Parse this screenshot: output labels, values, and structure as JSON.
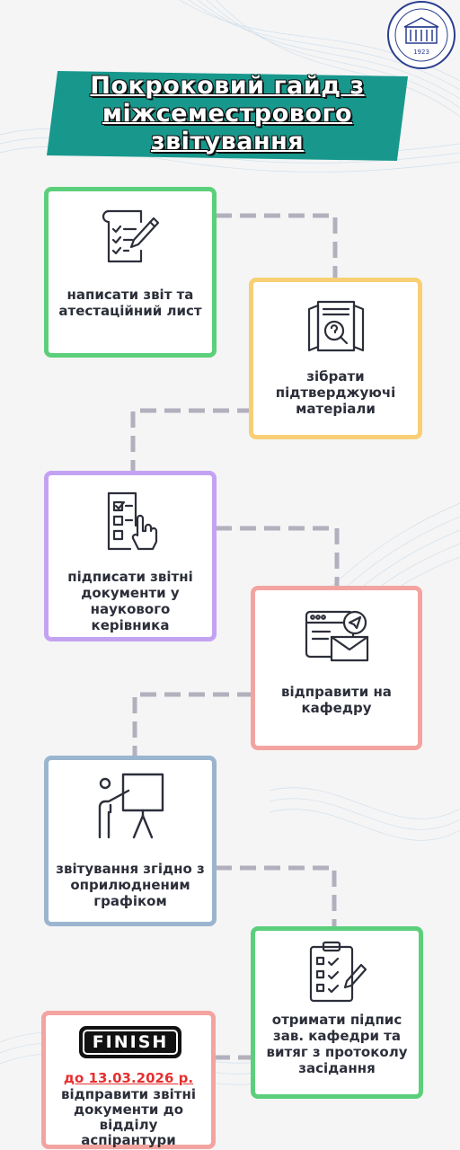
{
  "title": {
    "line1": "Покроковий гайд з",
    "line2": "міжсеместрового",
    "line3": "звітування"
  },
  "logo": {
    "year": "1923",
    "icon": "university-seal-icon"
  },
  "steps": [
    {
      "label": "написати звіт та атестаційний лист",
      "icon": "document-pencil-icon"
    },
    {
      "label": "зібрати підтверджуючі матеріали",
      "icon": "documents-magnifier-icon"
    },
    {
      "label": "підписати звітні документи у наукового керівника",
      "icon": "checklist-hand-icon"
    },
    {
      "label": "відправити на кафедру",
      "icon": "browser-mail-send-icon"
    },
    {
      "label": "звітування згідно з оприлюдненим графіком",
      "icon": "presentation-board-icon"
    },
    {
      "label": "отримати підпис зав. кафедри та витяг з протоколу засідання",
      "icon": "clipboard-checklist-icon"
    }
  ],
  "finish": {
    "badge": "FINISH",
    "deadline": "до 13.03.2026 р.",
    "label": "відправити звітні документи до відділу аспірантури"
  },
  "colors": {
    "title_banner": "#18988d",
    "green": "#5ccf7b",
    "yellow": "#f8cf74",
    "purple": "#c3a3f1",
    "red": "#f3a4a0",
    "blue": "#9bb5cf",
    "connector": "#b3b0bd",
    "deadline": "#e53030"
  }
}
